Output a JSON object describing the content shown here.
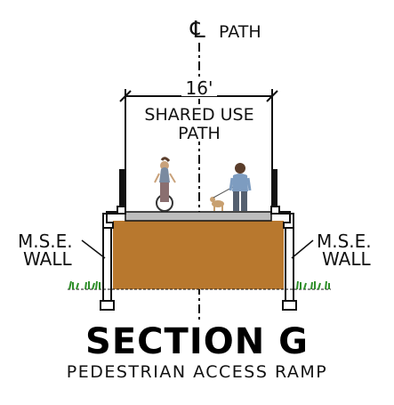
{
  "centerline": {
    "symbol": "℄",
    "label": "PATH"
  },
  "dimension": {
    "value": "16'"
  },
  "path_label": {
    "line1": "SHARED USE",
    "line2": "PATH"
  },
  "walls": {
    "left_line1": "M.S.E.",
    "left_line2": "WALL",
    "right_line1": "M.S.E.",
    "right_line2": "WALL"
  },
  "title": {
    "main": "SECTION G",
    "subtitle": "PEDESTRIAN ACCESS RAMP"
  },
  "colors": {
    "fill_earth": "#b8782e",
    "grass": "#2f8f2a",
    "line": "#111111",
    "gravel": "#bdbdbd"
  }
}
